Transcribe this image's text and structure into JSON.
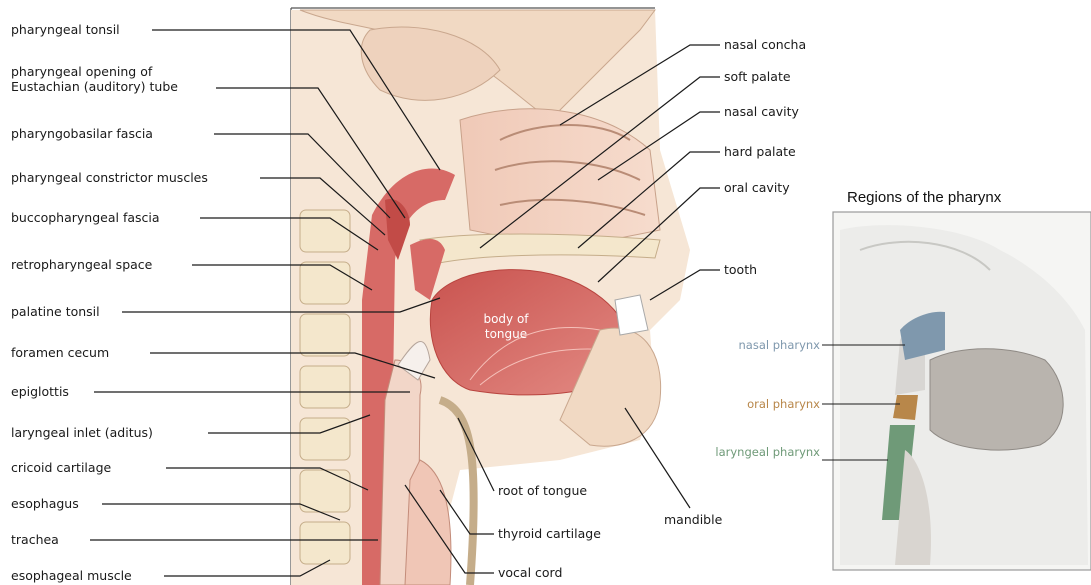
{
  "left_labels": [
    "pharyngeal tonsil",
    "pharyngeal opening of Eustachian (auditory) tube",
    "pharyngobasilar fascia",
    "pharyngeal constrictor muscles",
    "buccopharyngeal fascia",
    "retropharyngeal space",
    "palatine tonsil",
    "foramen cecum",
    "epiglottis",
    "laryngeal inlet (aditus)",
    "cricoid cartilage",
    "esophagus",
    "trachea",
    "esophageal muscle"
  ],
  "right_labels": [
    "nasal concha",
    "soft palate",
    "nasal cavity",
    "hard palate",
    "oral cavity",
    "tooth"
  ],
  "bottom_labels": [
    "root of tongue",
    "thyroid cartilage",
    "vocal cord",
    "mandible"
  ],
  "tongue_label": "body of tongue",
  "inset": {
    "title": "Regions of the pharynx",
    "regions": [
      {
        "label": "nasal pharynx",
        "color": "#7f98ad"
      },
      {
        "label": "oral pharynx",
        "color": "#b8874a"
      },
      {
        "label": "laryngeal pharynx",
        "color": "#6f9a78"
      }
    ]
  },
  "colors": {
    "muscle": "#d76a66",
    "tissue": "#f2cfbf",
    "bone": "#f4e7cc",
    "leader": "#1a1a1a"
  }
}
